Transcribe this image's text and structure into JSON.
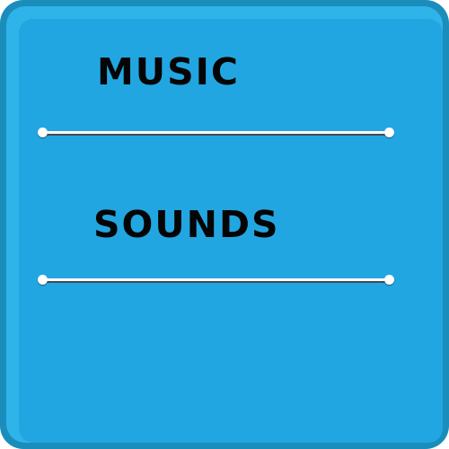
{
  "settings": {
    "music": {
      "label": "MUSIC",
      "level": 1.0
    },
    "sounds": {
      "label": "SOUNDS",
      "level": 1.0
    }
  },
  "colors": {
    "panel_border": "#1b8dbb",
    "panel_rim": "#2fb4ea",
    "panel_face": "#22a6e1",
    "label_text": "#050505",
    "slider_track": "#ffffff",
    "slider_knob": "#ffffff"
  }
}
